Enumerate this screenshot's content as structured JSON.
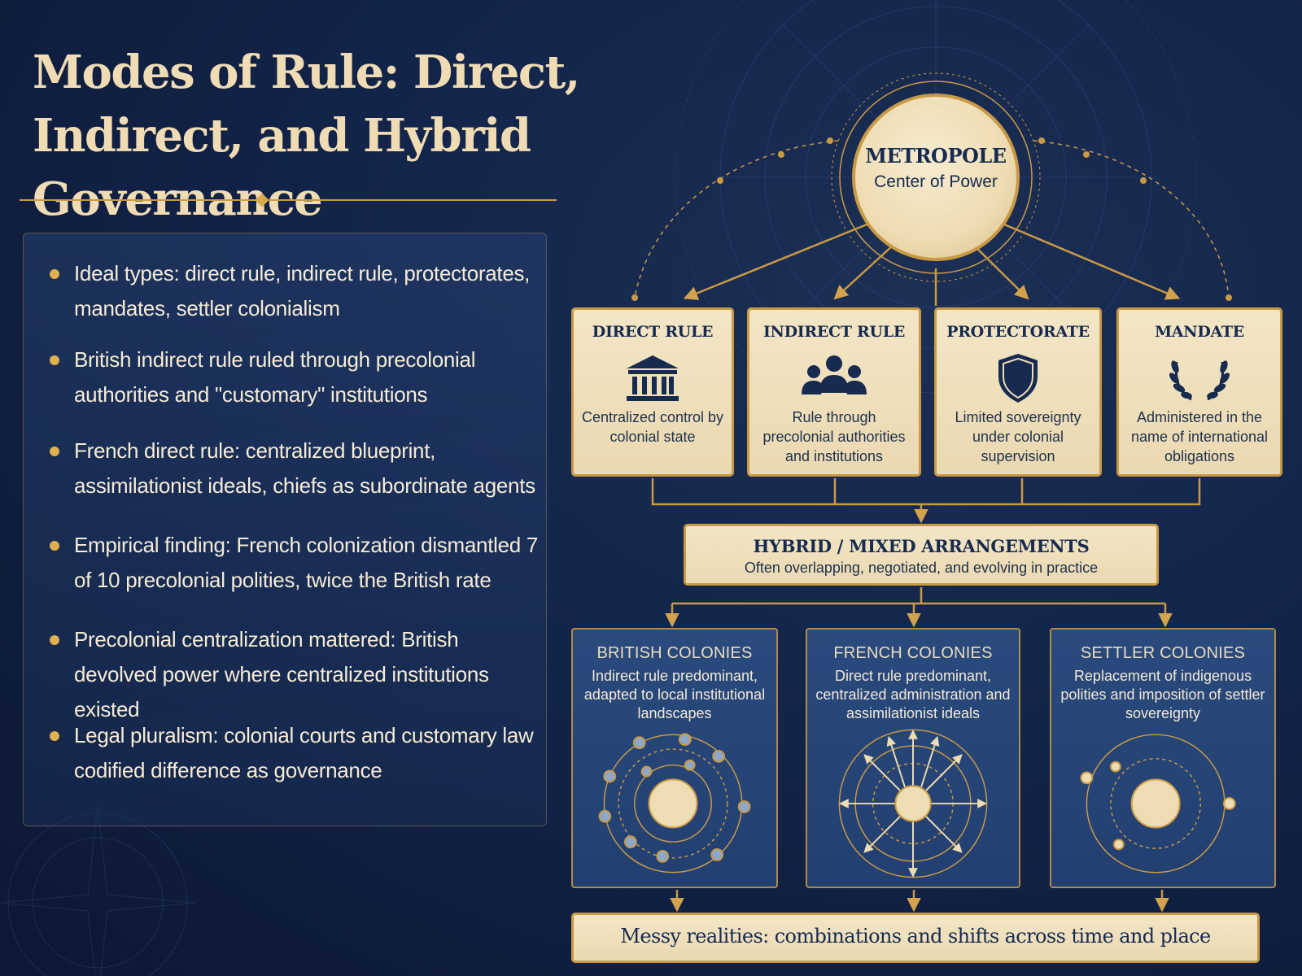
{
  "title": "Modes of Rule: Direct, Indirect, and Hybrid Governance",
  "bullets": [
    "Ideal types: direct rule, indirect rule, protectorates, mandates, settler colonialism",
    "British indirect rule ruled through precolonial authorities and \"customary\" institutions",
    "French direct rule: centralized blueprint, assimilationist ideals, chiefs as subordinate agents",
    "Empirical finding: French colonization dismantled 7 of 10 precolonial polities, twice the British rate",
    "Precolonial centralization mattered: British devolved power where centralized institutions existed",
    "Legal pluralism: colonial courts and customary law codified difference as governance"
  ],
  "metropole": {
    "title": "METROPOLE",
    "subtitle": "Center of Power"
  },
  "modes": [
    {
      "title": "DIRECT RULE",
      "icon": "government-building-icon",
      "description": "Centralized control by colonial state"
    },
    {
      "title": "INDIRECT RULE",
      "icon": "people-group-icon",
      "description": "Rule through precolonial authorities and institutions"
    },
    {
      "title": "PROTECTORATE",
      "icon": "shield-icon",
      "description": "Limited sovereignty under colonial supervision"
    },
    {
      "title": "MANDATE",
      "icon": "laurel-wreath-icon",
      "description": "Administered in the name of international obligations"
    }
  ],
  "hybrid": {
    "title": "HYBRID / MIXED ARRANGEMENTS",
    "subtitle": "Often overlapping, negotiated, and evolving in practice"
  },
  "colonies": [
    {
      "title": "BRITISH COLONIES",
      "description": "Indirect rule predominant, adapted to local institutional landscapes",
      "icon": "orbit-network-icon"
    },
    {
      "title": "FRENCH COLONIES",
      "description": "Direct rule predominant, centralized administration and assimilationist ideals",
      "icon": "radiating-arrows-icon"
    },
    {
      "title": "SETTLER COLONIES",
      "description": "Replacement of indigenous polities and imposition of settler sovereignty",
      "icon": "sparse-orbit-icon"
    }
  ],
  "conclusion": "Messy realities: combinations and shifts across time and place",
  "colors": {
    "background": "#13244a",
    "gold": "#c99a45",
    "parchment": "#efdcb4",
    "navy_text": "#172a4f",
    "bullet_dot": "#e0b04e"
  }
}
